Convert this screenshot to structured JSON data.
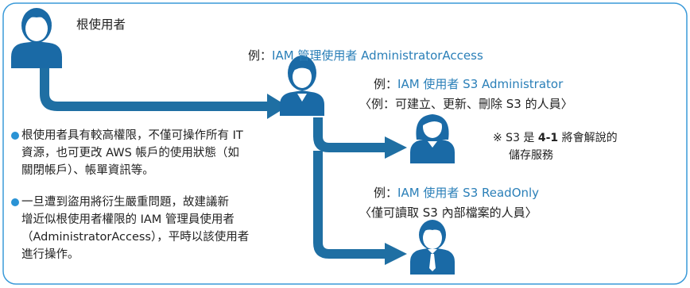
{
  "colors": {
    "accent": "#2a93d5",
    "label_blue": "#2a7fb8",
    "icon_dark": "#1a6aa6",
    "arrow": "#1f6fa3",
    "text": "#222222"
  },
  "root_user": {
    "label": "根使用者",
    "icon": "user-male-icon"
  },
  "admin_user": {
    "prefix": "例：",
    "name": "IAM 管理使用者 AdministratorAccess",
    "icon": "user-female-icon"
  },
  "s3_admin": {
    "prefix": "例：",
    "name": "IAM 使用者 S3 Administrator",
    "desc": "〈例：可建立、更新、刪除 S3 的人員〉",
    "icon": "user-female-icon"
  },
  "s3_readonly": {
    "prefix": "例：",
    "name": "IAM 使用者 S3 ReadOnly",
    "desc": "〈僅可讀取 S3 內部檔案的人員〉",
    "icon": "user-male-tie-icon"
  },
  "note": {
    "mark": "※ S3 是 ",
    "bold": "4-1",
    "rest": " 將會解說的",
    "line2": "儲存服務"
  },
  "bullets": [
    {
      "lines": [
        "根使用者具有較高權限，不僅可操作所有 IT",
        "資源，也可更改 AWS 帳戶的使用狀態（如",
        "關閉帳戶）、帳單資訊等。"
      ]
    },
    {
      "lines": [
        "一旦遭到盜用將衍生嚴重問題，故建議新",
        "增近似根使用者權限的 IAM 管理員使用者",
        "（AdministratorAccess），平時以該使用者",
        "進行操作。"
      ]
    }
  ]
}
